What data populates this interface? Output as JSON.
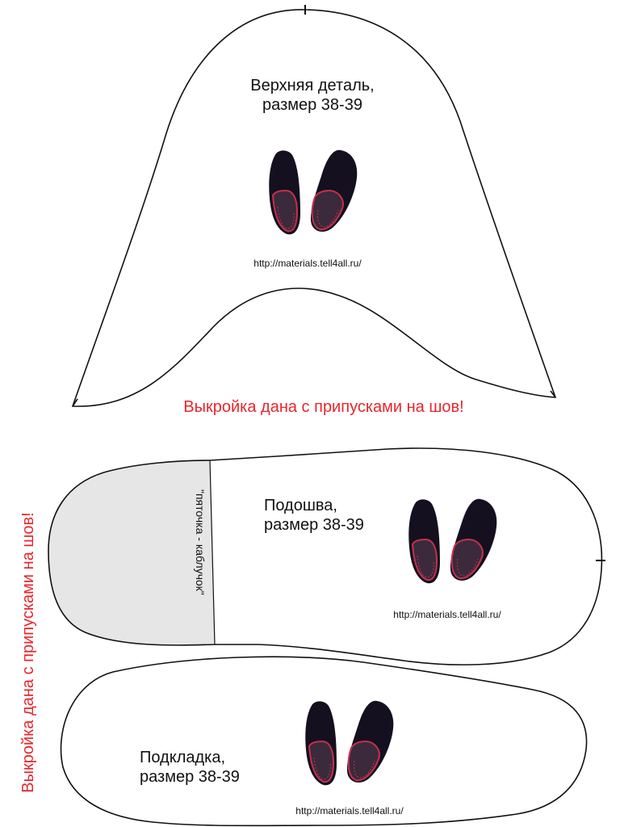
{
  "upper_piece": {
    "title_line1": "Верхняя деталь,",
    "title_line2": "размер 38-39",
    "url": "http://materials.tell4all.ru/",
    "image": "slippers-photo"
  },
  "seam_note_horizontal": "Выкройка дана с припусками на шов!",
  "sole_piece": {
    "title_line1": "Подошва,",
    "title_line2": "размер 38-39",
    "heel_label": "\"пяточка - каблучок\"",
    "url": "http://materials.tell4all.ru/",
    "image": "slippers-photo",
    "heel_fill": "#e6e6e6"
  },
  "lining_piece": {
    "title_line1": "Подкладка,",
    "title_line2": "размер 38-39",
    "url": "http://materials.tell4all.ru/",
    "image": "slippers-photo"
  },
  "seam_note_vertical": "Выкройка дана с припусками на шов!",
  "colors": {
    "outline": "#111111",
    "warning_text": "#e8262c",
    "slipper_body": "#14101f",
    "slipper_trim": "#c4304a"
  }
}
